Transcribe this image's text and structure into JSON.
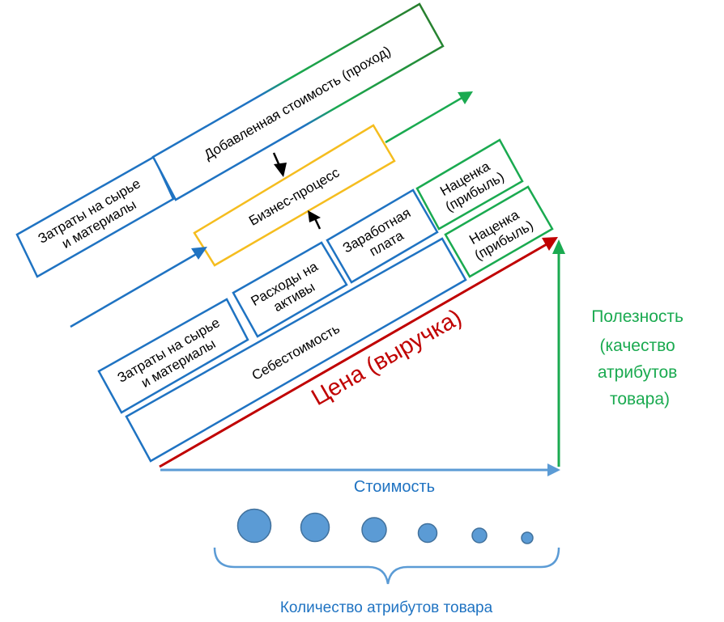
{
  "colors": {
    "blue": "#1f73c2",
    "light_blue": "#5b9bd5",
    "green": "#1aaa50",
    "dark_green": "#2a7a2a",
    "yellow": "#f5bd1f",
    "red": "#c00000",
    "black": "#000000"
  },
  "upper_chain": {
    "raw_materials": [
      "Затраты на сырье",
      "и материалы"
    ],
    "value_added": "Добавленная стоимость (проход)",
    "business_process": "Бизнес-процесс"
  },
  "lower_chain": {
    "raw_materials": [
      "Затраты на сырье",
      "и материалы"
    ],
    "asset_costs": [
      "Расходы на",
      "активы"
    ],
    "wages": [
      "Заработная",
      "плата"
    ],
    "markup_top": [
      "Наценка",
      "(прибыль)"
    ],
    "markup_bottom": [
      "Наценка",
      "(прибыль)"
    ],
    "cost_price": "Себестоимость"
  },
  "axes": {
    "price": "Цена (выручка)",
    "cost": "Стоимость",
    "utility": [
      "Полезность",
      "(качество",
      "атрибутов",
      "товара)"
    ]
  },
  "attributes": {
    "label": "Количество атрибутов товара",
    "circle_count": 6
  }
}
